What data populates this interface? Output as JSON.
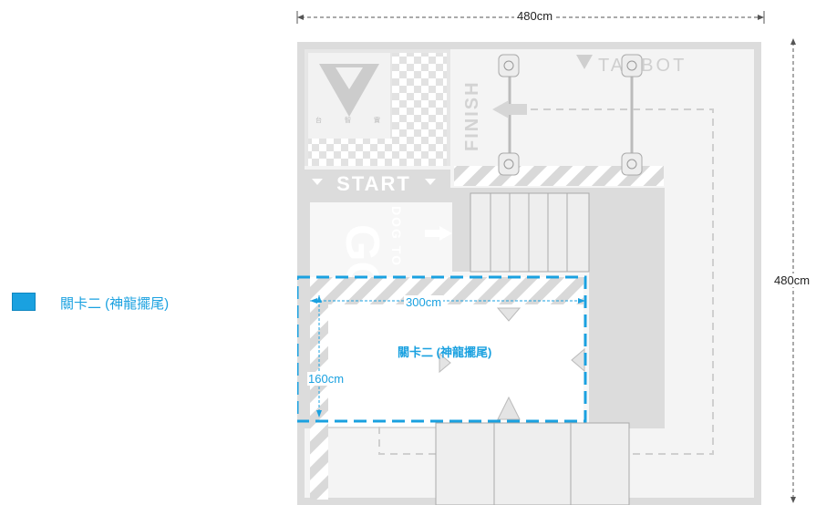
{
  "dimensions": {
    "width_label": "480cm",
    "height_label": "480cm"
  },
  "legend": {
    "items": [
      {
        "label": "關卡二 (神龍擺尾)",
        "color": "#1aa1e0"
      }
    ]
  },
  "map": {
    "logo_caption": [
      "台",
      "智",
      "實"
    ],
    "start_label": "START",
    "finish_label": "FINISH",
    "go_label": "GO",
    "dog_to_label": "DOG TO",
    "brand": "TAIIBOT"
  },
  "zone": {
    "title": "關卡二 (神龍擺尾)",
    "width_label": "300cm",
    "height_label": "160cm",
    "color": "#1aa1e0"
  }
}
